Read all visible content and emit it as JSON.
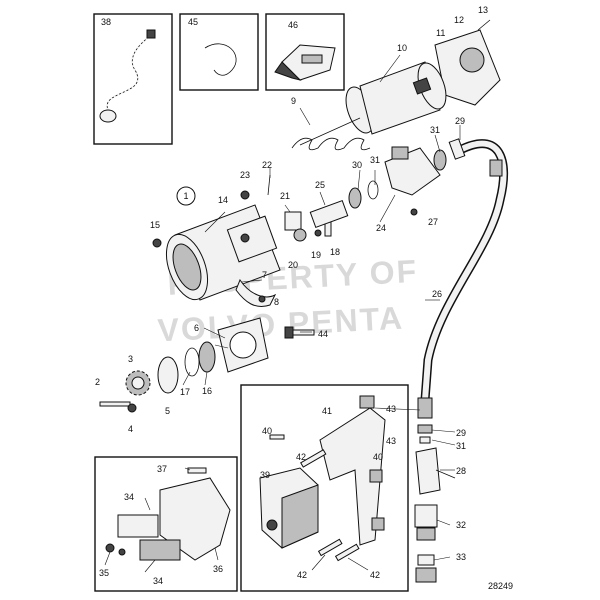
{
  "watermark": {
    "line1": "PROPERTY OF",
    "line2": "VOLVO PENTA"
  },
  "drawing_number": "28249",
  "circled_label": "1",
  "callouts": [
    "38",
    "45",
    "46",
    "13",
    "12",
    "11",
    "10",
    "9",
    "31",
    "29",
    "30",
    "31",
    "22",
    "23",
    "21",
    "25",
    "14",
    "15",
    "24",
    "27",
    "20",
    "19",
    "18",
    "26",
    "7",
    "8",
    "6",
    "44",
    "3",
    "17",
    "16",
    "2",
    "5",
    "4",
    "40",
    "41",
    "43",
    "43",
    "40",
    "42",
    "29",
    "31",
    "28",
    "37",
    "39",
    "34",
    "34",
    "35",
    "36",
    "42",
    "42",
    "32",
    "33"
  ]
}
